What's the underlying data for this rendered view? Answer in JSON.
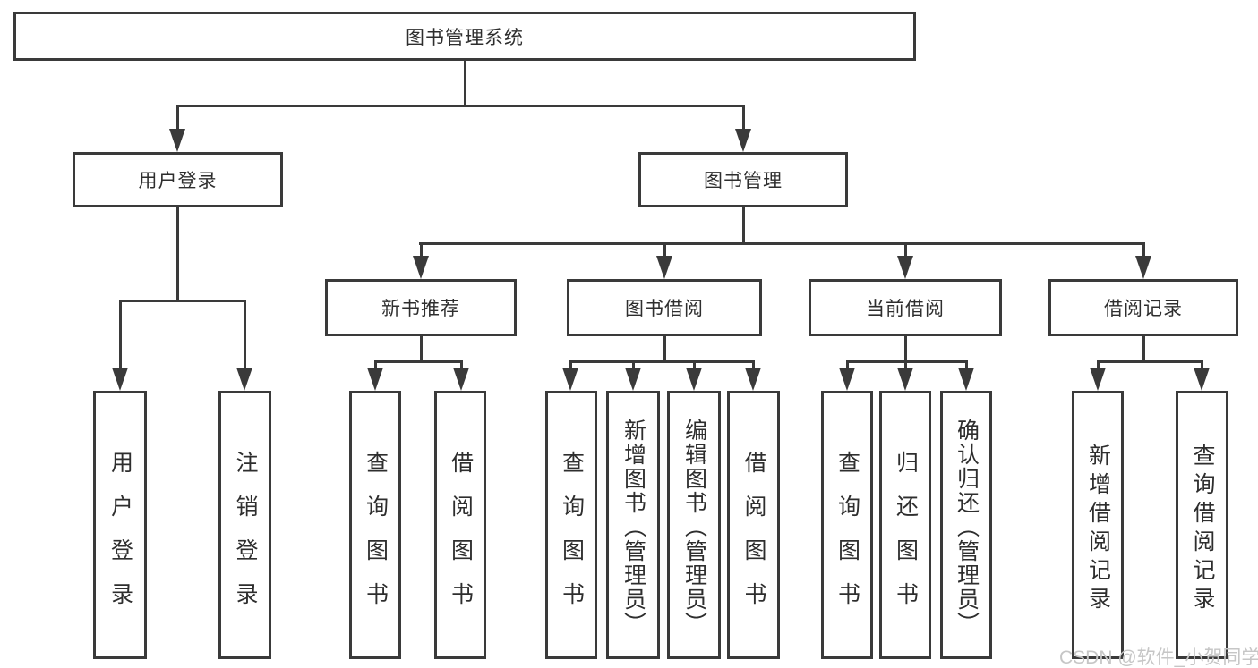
{
  "style": {
    "line_color": "#3a3a3a",
    "text_color": "#2e2e2e",
    "background": "#ffffff",
    "watermark_color": "#c6c6c6"
  },
  "tree": {
    "label": "图书管理系统",
    "children": [
      {
        "label": "用户登录",
        "children": [
          {
            "label": "用户登录"
          },
          {
            "label": "注销登录"
          }
        ]
      },
      {
        "label": "图书管理",
        "children": [
          {
            "label": "新书推荐",
            "children": [
              {
                "label": "查询图书"
              },
              {
                "label": "借阅图书"
              }
            ]
          },
          {
            "label": "图书借阅",
            "children": [
              {
                "label": "查询图书"
              },
              {
                "label": "新增图书（管理员）"
              },
              {
                "label": "编辑图书（管理员）"
              },
              {
                "label": "借阅图书"
              }
            ]
          },
          {
            "label": "当前借阅",
            "children": [
              {
                "label": "查询图书"
              },
              {
                "label": "归还图书"
              },
              {
                "label": "确认归还（管理员）"
              }
            ]
          },
          {
            "label": "借阅记录",
            "children": [
              {
                "label": "新增借阅记录"
              },
              {
                "label": "查询借阅记录"
              }
            ]
          }
        ]
      }
    ]
  },
  "watermark": {
    "text": "CSDN @软件_小贺同学"
  }
}
